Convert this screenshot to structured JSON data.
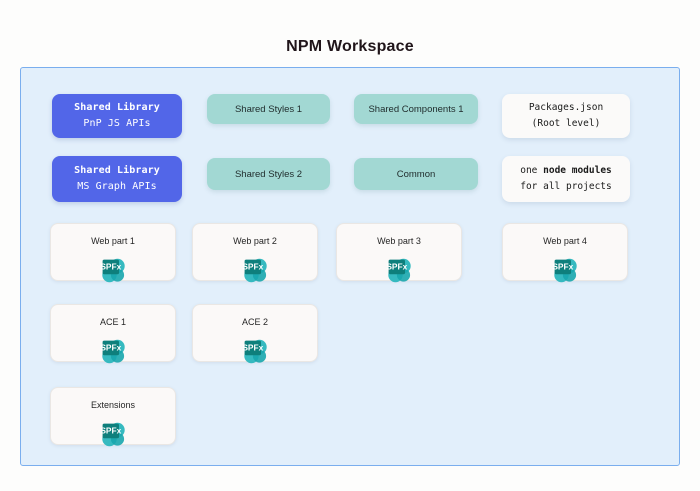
{
  "title": "NPM Workspace",
  "colors": {
    "page_background": "#fdfdfc",
    "workspace_background": "#e2effb",
    "workspace_border": "#7aaeee",
    "blue_box": "#5266e8",
    "teal_box": "#a2d8d3",
    "note_box": "#fbfaf9",
    "card_box": "#fbf9f8",
    "spfx_dark_teal": "#0d7a76",
    "spfx_light_teal": "#34c6c6"
  },
  "rows": {
    "row1": {
      "shared_library": {
        "line1": "Shared Library",
        "line2": "PnP JS APIs"
      },
      "shared_styles": {
        "label": "Shared Styles 1"
      },
      "shared_components": {
        "label": "Shared Components 1"
      },
      "note": {
        "line1": "Packages.json",
        "line2": "(Root level)"
      }
    },
    "row2": {
      "shared_library": {
        "line1": "Shared Library",
        "line2": "MS Graph APIs"
      },
      "shared_styles": {
        "label": "Shared Styles 2"
      },
      "common": {
        "label": "Common"
      },
      "note": {
        "line1_plain": "one ",
        "line1_bold": "node modules",
        "line2": "for all projects"
      }
    },
    "webparts": [
      {
        "label": "Web part 1",
        "icon": "spfx-icon"
      },
      {
        "label": "Web part 2",
        "icon": "spfx-icon"
      },
      {
        "label": "Web part 3",
        "icon": "spfx-icon"
      },
      {
        "label": "Web part 4",
        "icon": "spfx-icon"
      }
    ],
    "aces": [
      {
        "label": "ACE 1",
        "icon": "spfx-icon"
      },
      {
        "label": "ACE 2",
        "icon": "spfx-icon"
      }
    ],
    "extensions": [
      {
        "label": "Extensions",
        "icon": "spfx-icon"
      }
    ]
  }
}
